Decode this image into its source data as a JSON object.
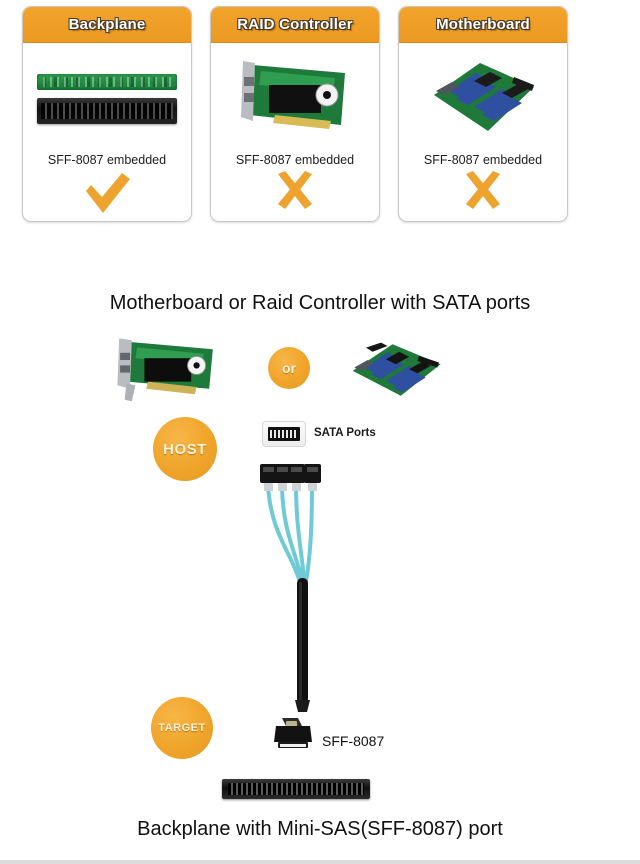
{
  "comparison": {
    "cards": [
      {
        "title": "Backplane",
        "caption": "SFF-8087 embedded",
        "mark": "check",
        "mark_glyph": "✔",
        "art": "backplane"
      },
      {
        "title": "RAID Controller",
        "caption": "SFF-8087 embedded",
        "mark": "cross",
        "mark_glyph": "✖",
        "art": "raid-card"
      },
      {
        "title": "Motherboard",
        "caption": "SFF-8087 embedded",
        "mark": "cross",
        "mark_glyph": "✖",
        "art": "motherboard"
      }
    ]
  },
  "diagram": {
    "heading_top": "Motherboard or Raid Controller with SATA ports",
    "heading_bottom": "Backplane with Mini-SAS(SFF-8087) port",
    "badge_or": "or",
    "badge_host": "HOST",
    "badge_target": "TARGET",
    "sata_ports_label": "SATA Ports",
    "sff_connector_label": "SFF-8087",
    "icons": {
      "raid_card": "raid-controller-image",
      "motherboard": "motherboard-image",
      "sata_port": "sata-port-icon",
      "cable": "mini-sas-to-sata-cable-image",
      "sff8087_plug": "sff-8087-connector-image",
      "backplane": "backplane-image"
    }
  },
  "colors": {
    "accent_orange": "#f0a42a",
    "header_orange": "#eb9a21",
    "mark_orange": "#eda32e",
    "text_dark": "#111111",
    "card_border": "#c9c9c9",
    "pcb_green": "#1f8b3f",
    "cable_teal": "#7fd4dd"
  }
}
